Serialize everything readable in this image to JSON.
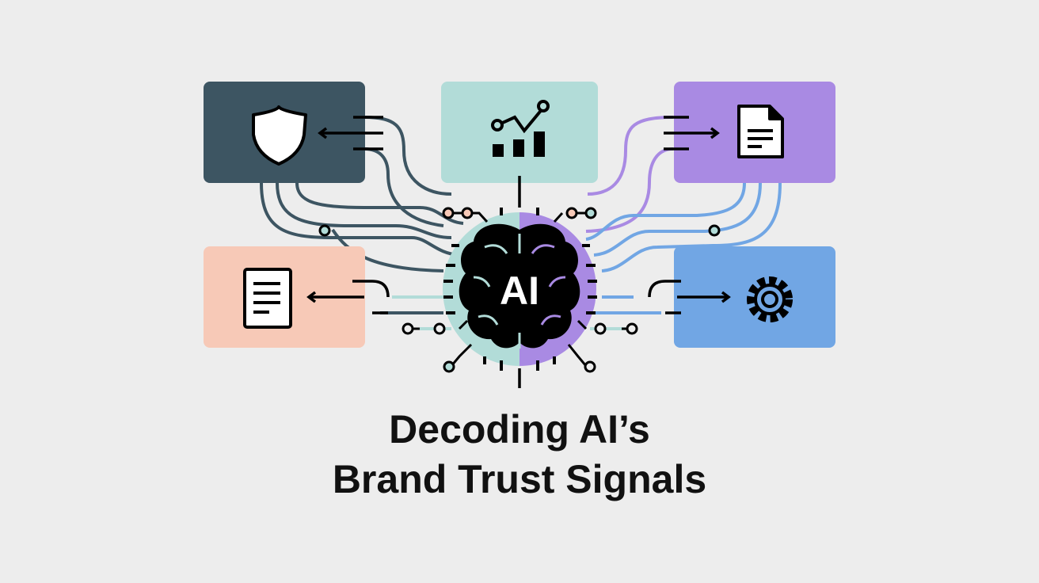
{
  "center": {
    "label": "AI"
  },
  "title": {
    "line1": "Decoding AI’s",
    "line2": "Brand Trust Signals"
  },
  "cards": [
    {
      "icon": "shield-icon",
      "color": "#3d5562"
    },
    {
      "icon": "analytics-chart-icon",
      "color": "#b2dcd8"
    },
    {
      "icon": "document-icon",
      "color": "#a98ae3"
    },
    {
      "icon": "document-icon",
      "color": "#f7c9b7"
    },
    {
      "icon": "gear-icon",
      "color": "#71a6e4"
    }
  ],
  "colors": {
    "background": "#ededed",
    "brain": "#000000",
    "circle_left": "#b2dcd8",
    "circle_right": "#a98ae3"
  }
}
